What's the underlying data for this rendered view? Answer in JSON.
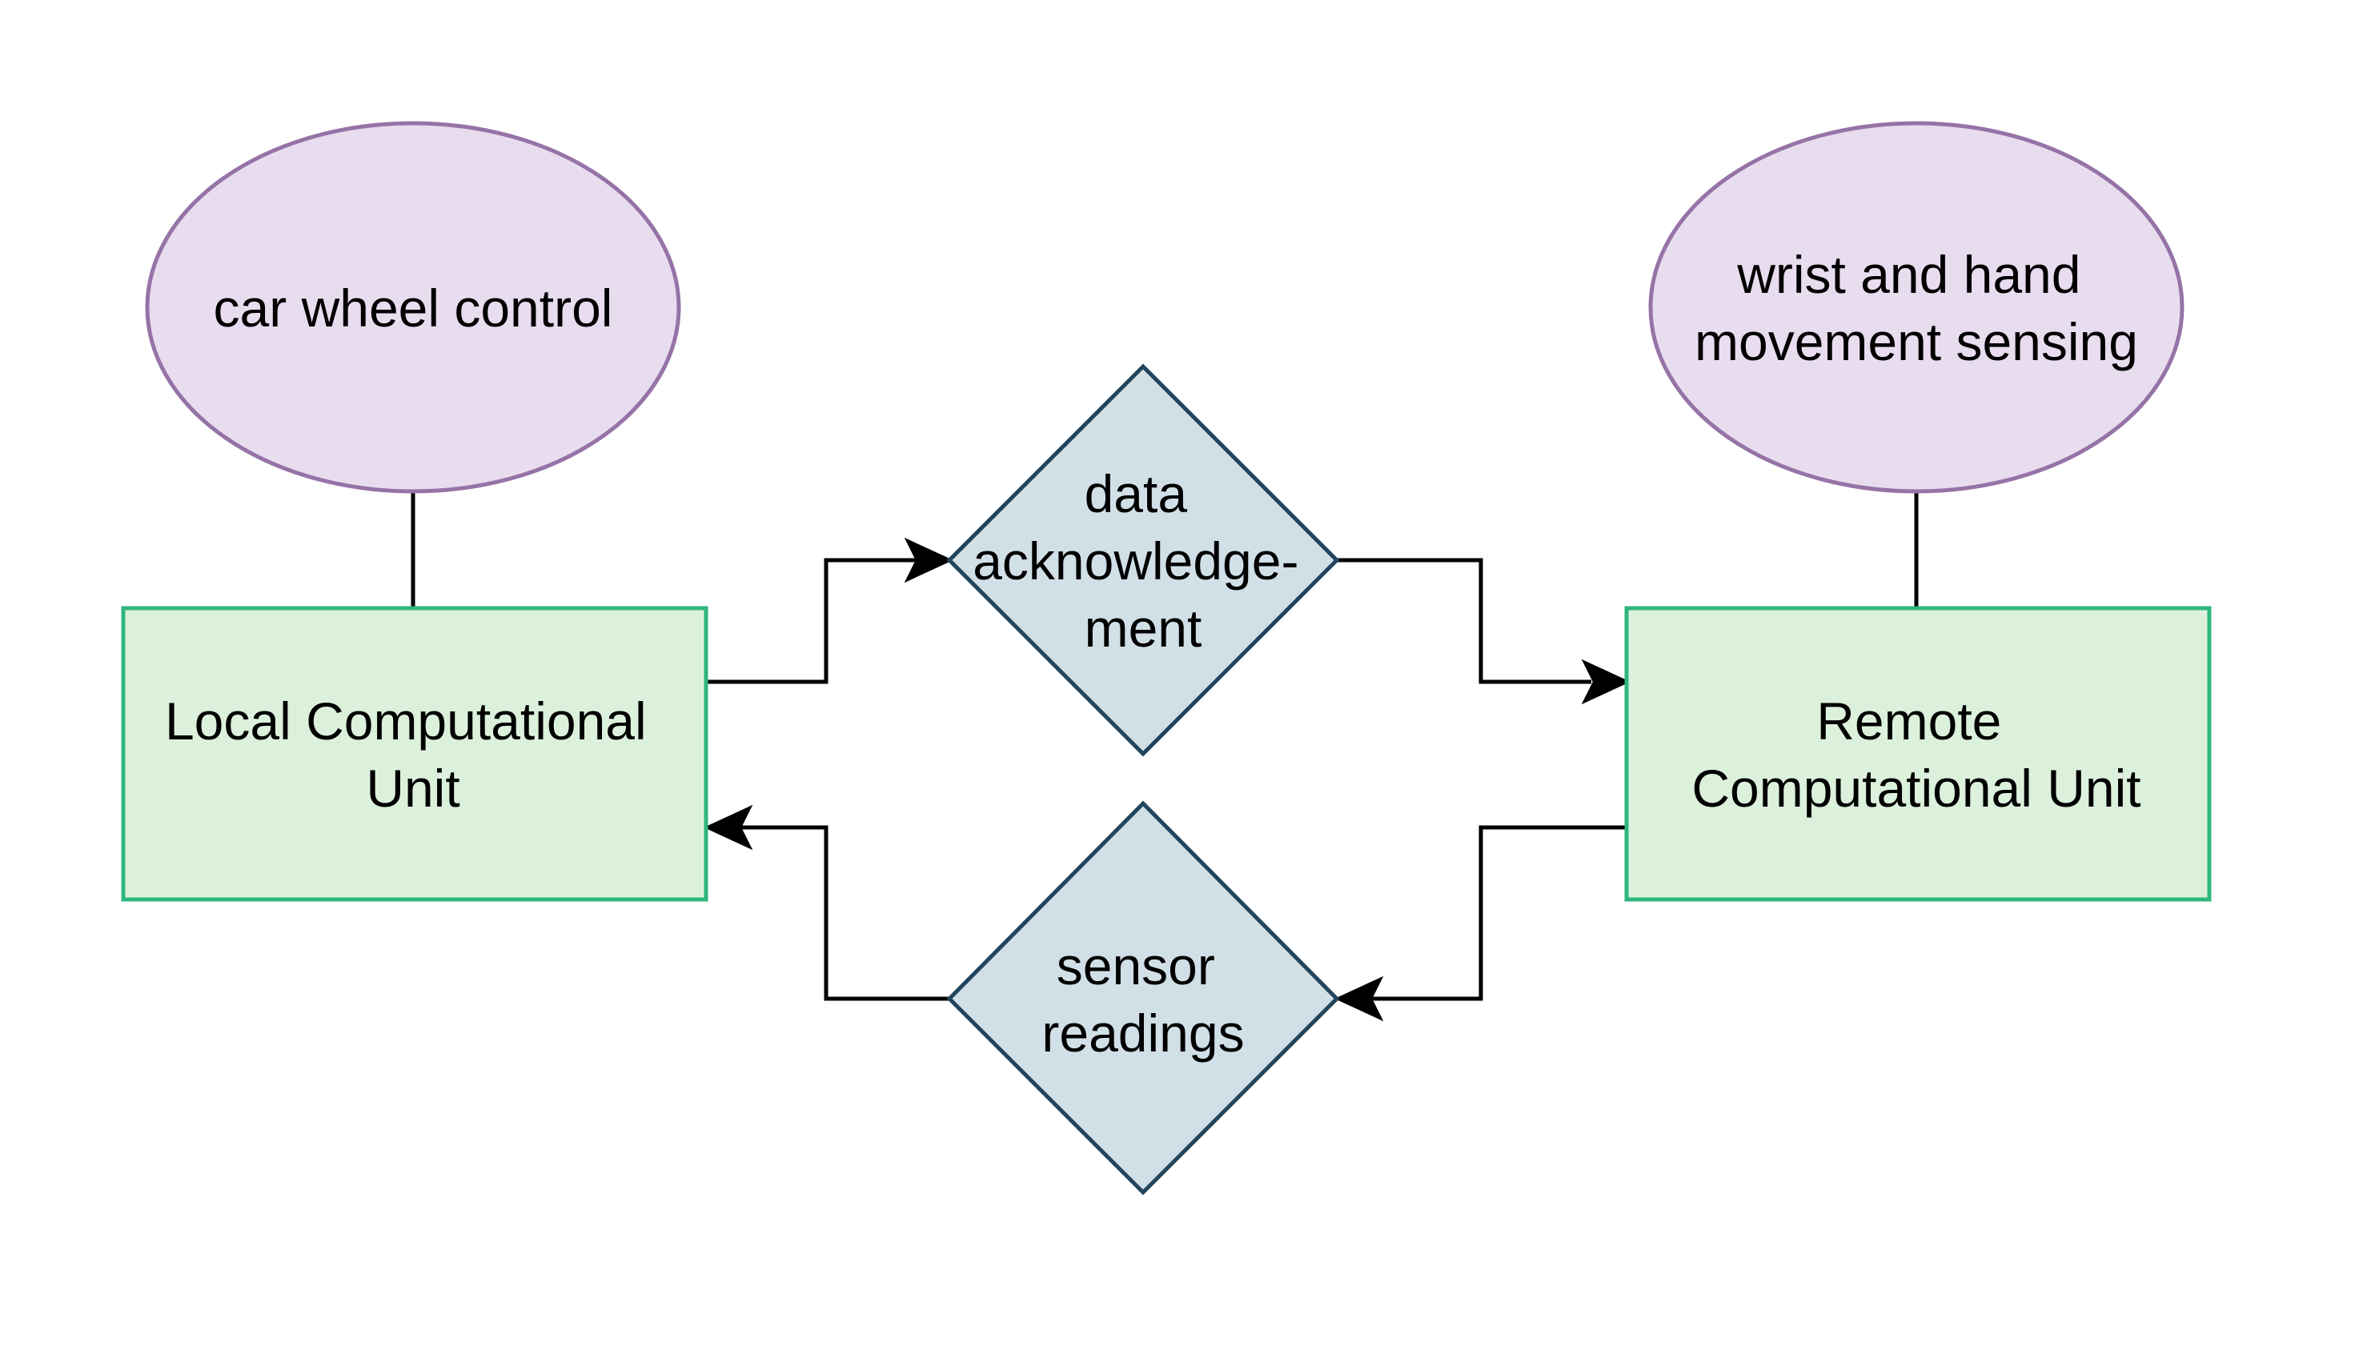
{
  "nodes": {
    "car_wheel": {
      "lines": [
        "car wheel control"
      ]
    },
    "wrist_hand": {
      "lines": [
        "wrist and hand",
        "movement sensing"
      ]
    },
    "local_unit": {
      "lines": [
        "Local Computational",
        "Unit"
      ]
    },
    "remote_unit": {
      "lines": [
        "Remote",
        "Computational Unit"
      ]
    },
    "data_ack": {
      "lines": [
        "data",
        "acknowledge-",
        "ment"
      ]
    },
    "sensor_readings": {
      "lines": [
        "sensor",
        "readings"
      ]
    }
  },
  "colors": {
    "ellipse_fill": "#e8dcef",
    "ellipse_stroke": "#9673a6",
    "rect_fill": "#dcf1dc",
    "rect_stroke": "#2eb67d",
    "diamond_fill": "#d1dfe7",
    "diamond_stroke": "#23445d",
    "edge": "#000000"
  }
}
